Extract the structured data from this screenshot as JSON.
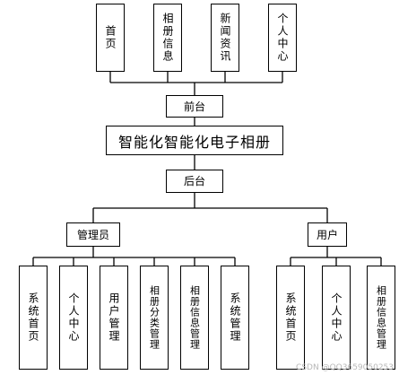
{
  "diagram": {
    "title": "智能化智能化电子相册",
    "frontend": {
      "label": "前台",
      "items": [
        "首页",
        "相册信息",
        "新闻资讯",
        "个人中心"
      ]
    },
    "backend": {
      "label": "后台",
      "roles": [
        {
          "label": "管理员",
          "items": [
            "系统首页",
            "个人中心",
            "用户管理",
            "相册分类管理",
            "相册信息管理",
            "系统管理"
          ]
        },
        {
          "label": "用户",
          "items": [
            "系统首页",
            "个人中心",
            "相册信息管理"
          ]
        }
      ]
    }
  },
  "watermark": "CSDN @QQ3659050253"
}
